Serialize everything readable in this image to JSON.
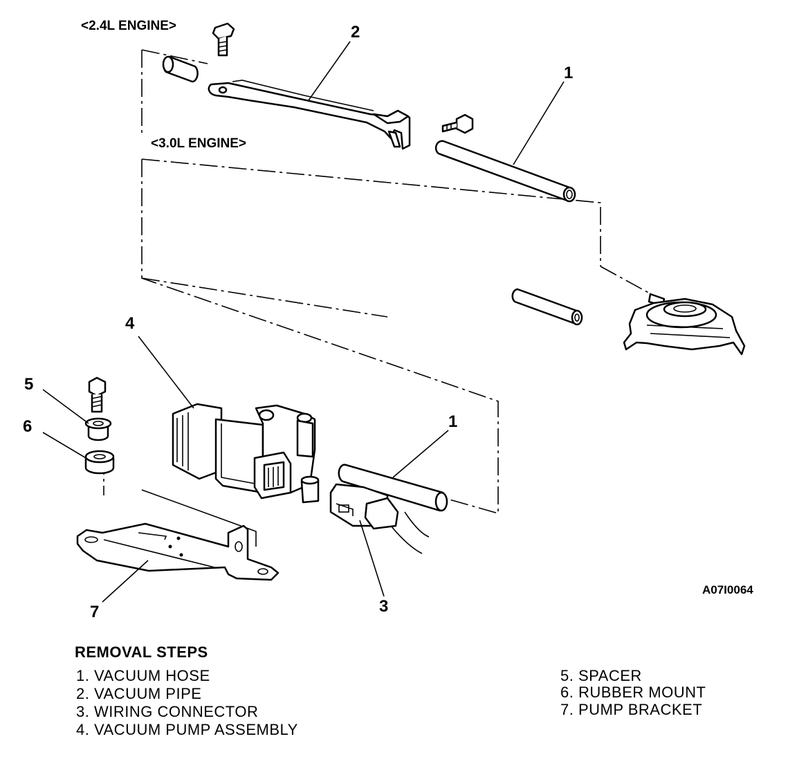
{
  "figure": {
    "engine_labels": {
      "engine_24": "<2.4L ENGINE>",
      "engine_30": "<3.0L ENGINE>"
    },
    "callouts": {
      "c1_top": "1",
      "c2": "2",
      "c4": "4",
      "c5": "5",
      "c6": "6",
      "c1_bottom": "1",
      "c3": "3",
      "c7": "7"
    },
    "figure_code": "A07I0064"
  },
  "removal": {
    "heading": "REMOVAL STEPS",
    "steps_left": [
      "1. VACUUM HOSE",
      "2. VACUUM PIPE",
      "3. WIRING CONNECTOR",
      "4. VACUUM PUMP ASSEMBLY"
    ],
    "steps_right": [
      "5. SPACER",
      "6. RUBBER MOUNT",
      "7. PUMP BRACKET"
    ]
  }
}
